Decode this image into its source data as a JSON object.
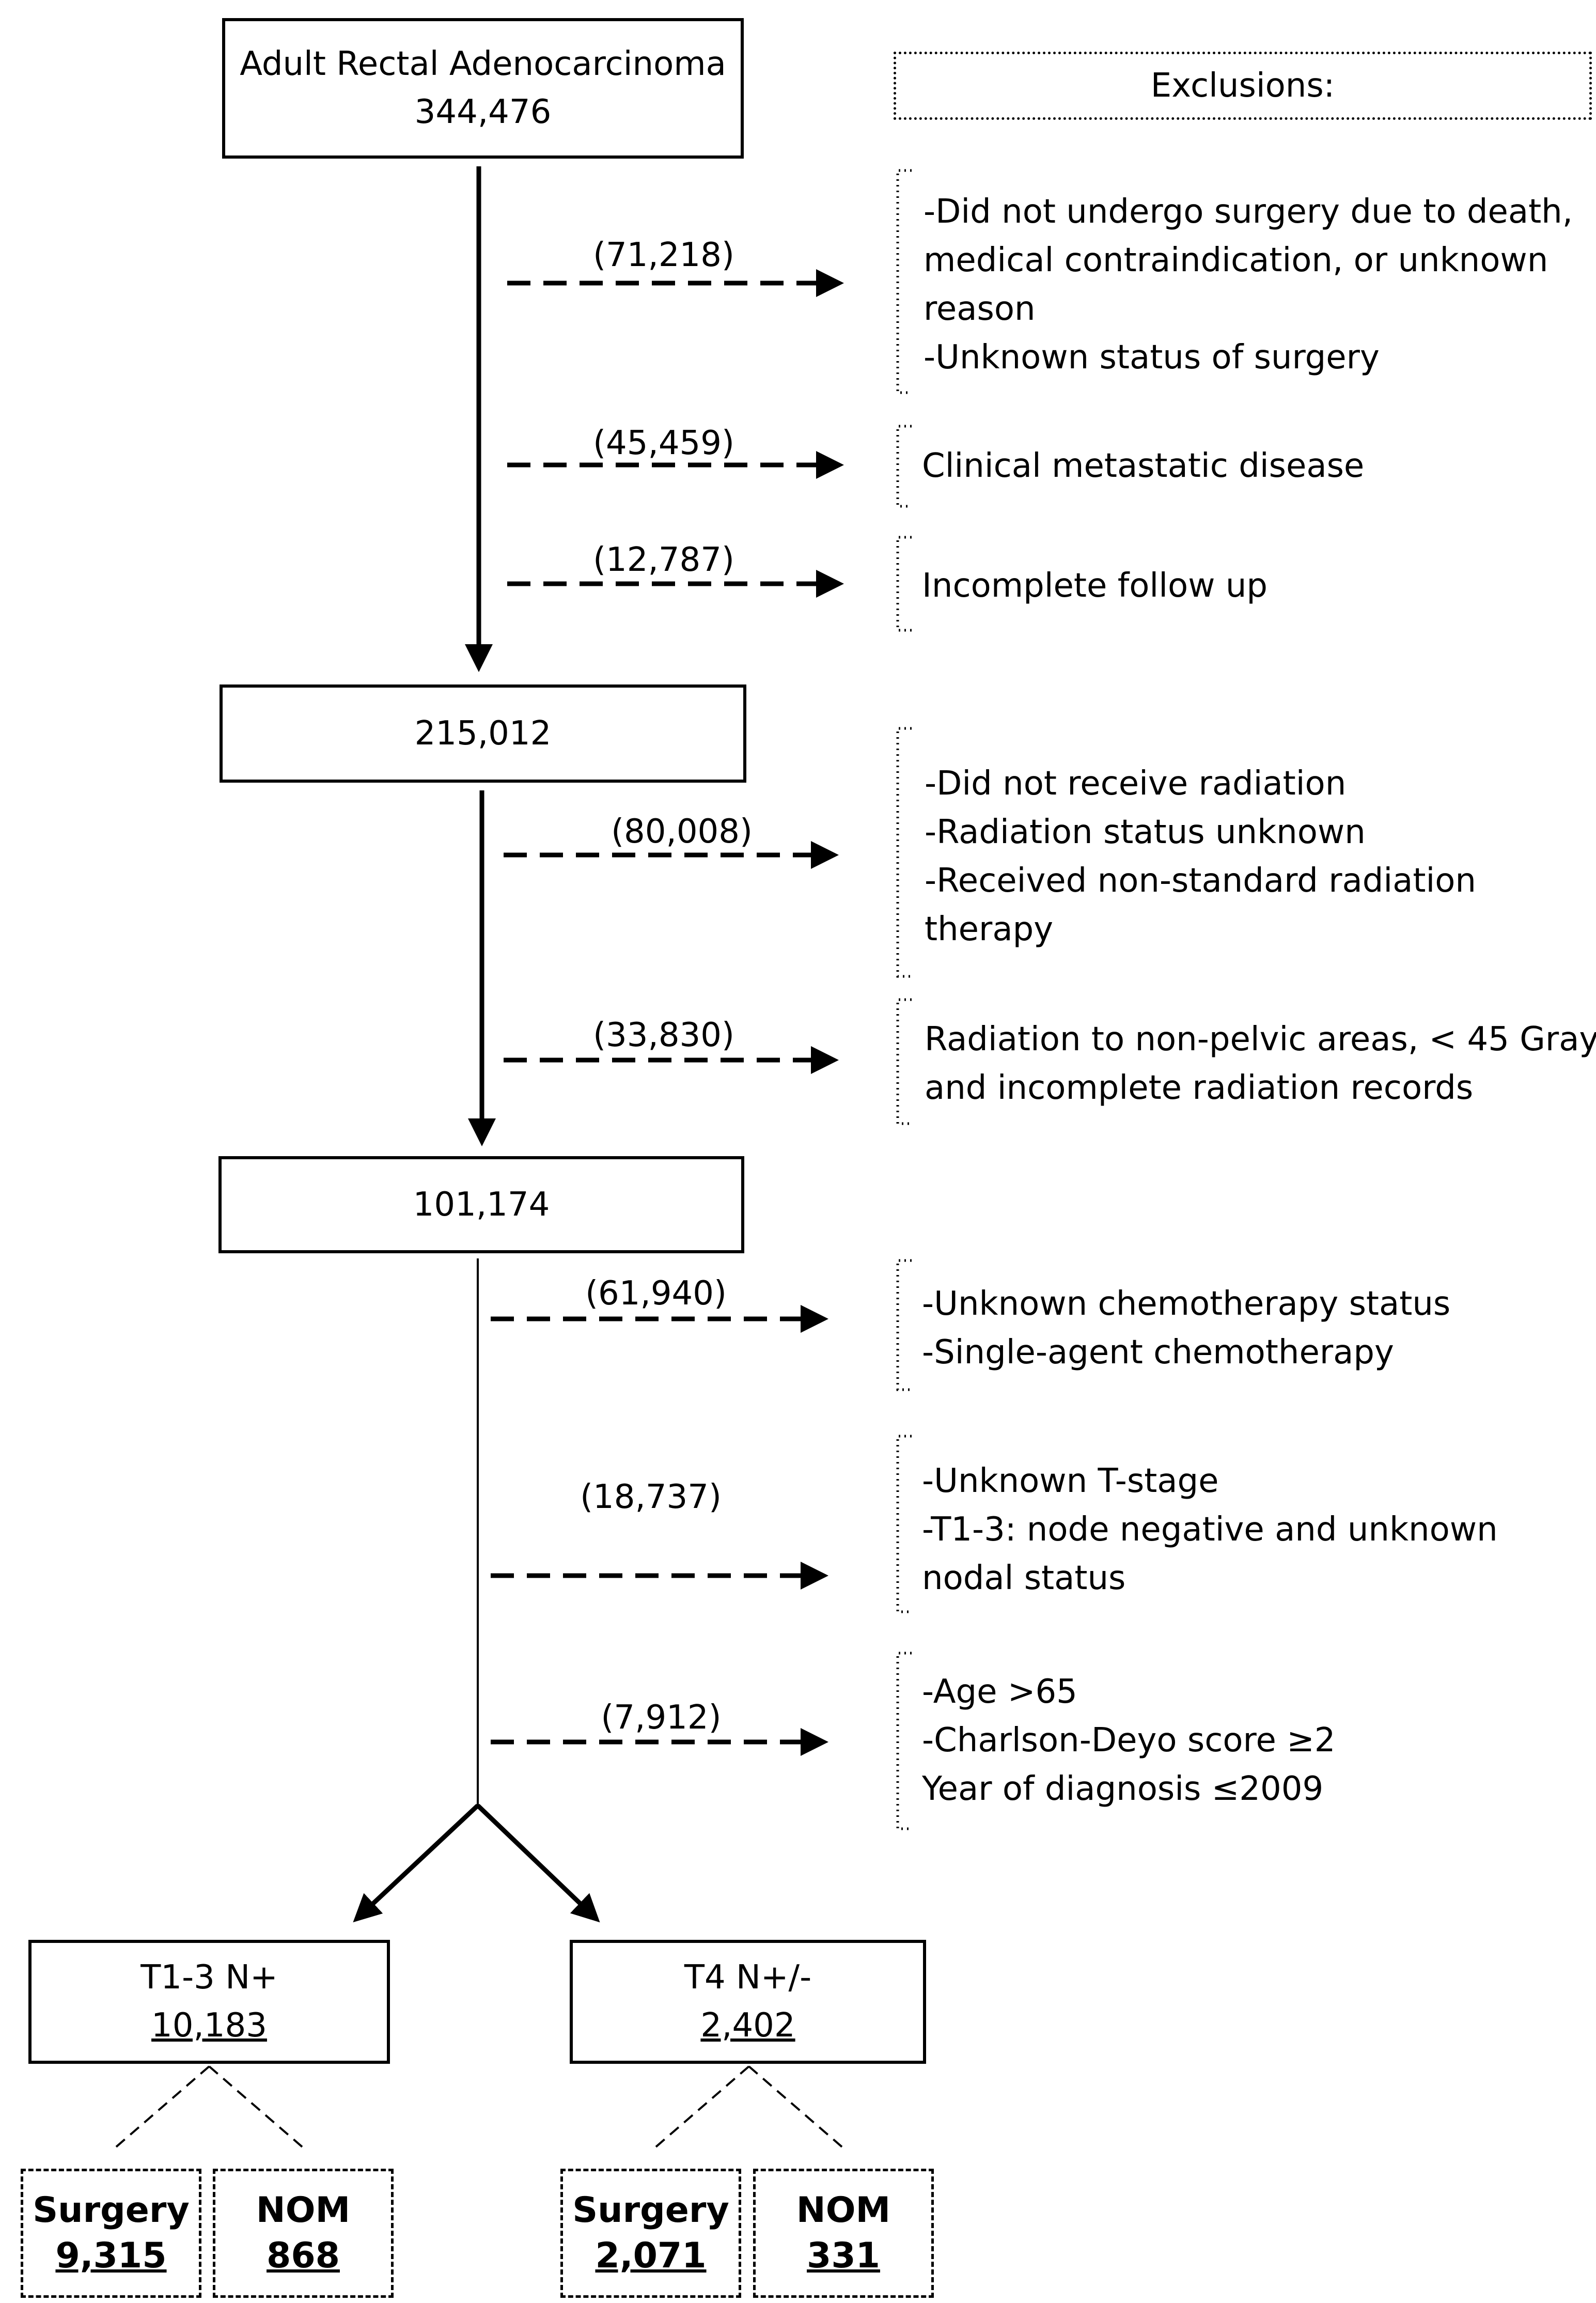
{
  "main_box": {
    "line1": "Adult Rectal Adenocarcinoma",
    "line2": "344,476"
  },
  "exclusions_header": "Exclusions:",
  "exclusions": [
    {
      "count": "(71,218)",
      "lines": [
        "-Did not undergo surgery due to death,",
        "medical contraindication, or unknown",
        "reason",
        "-Unknown status of surgery"
      ]
    },
    {
      "count": "(45,459)",
      "lines": [
        "Clinical metastatic disease"
      ]
    },
    {
      "count": "(12,787)",
      "lines": [
        "Incomplete follow up"
      ]
    },
    {
      "count": "(80,008)",
      "lines": [
        "-Did not receive radiation",
        "-Radiation status unknown",
        "-Received non-standard radiation",
        "therapy"
      ]
    },
    {
      "count": "(33,830)",
      "lines": [
        "Radiation to non-pelvic  areas, < 45 Gray,",
        "and incomplete radiation records"
      ]
    },
    {
      "count": "(61,940)",
      "lines": [
        "-Unknown chemotherapy status",
        "-Single-agent chemotherapy"
      ]
    },
    {
      "count": "(18,737)",
      "lines": [
        "-Unknown T-stage",
        "-T1-3: node negative and unknown",
        "nodal status"
      ]
    },
    {
      "count": "(7,912)",
      "lines": [
        "-Age >65",
        "-Charlson-Deyo score ≥2",
        "Year of diagnosis ≤2009"
      ]
    }
  ],
  "box_2": "215,012",
  "box_3": "101,174",
  "group_t13": {
    "label": "T1-3 N+",
    "count": "10,183"
  },
  "group_t4": {
    "label": "T4 N+/-",
    "count": "2,402"
  },
  "subgroups": [
    {
      "label": "Surgery",
      "count": "9,315"
    },
    {
      "label": "NOM",
      "count": "868"
    },
    {
      "label": "Surgery",
      "count": "2,071"
    },
    {
      "label": "NOM",
      "count": "331"
    }
  ]
}
